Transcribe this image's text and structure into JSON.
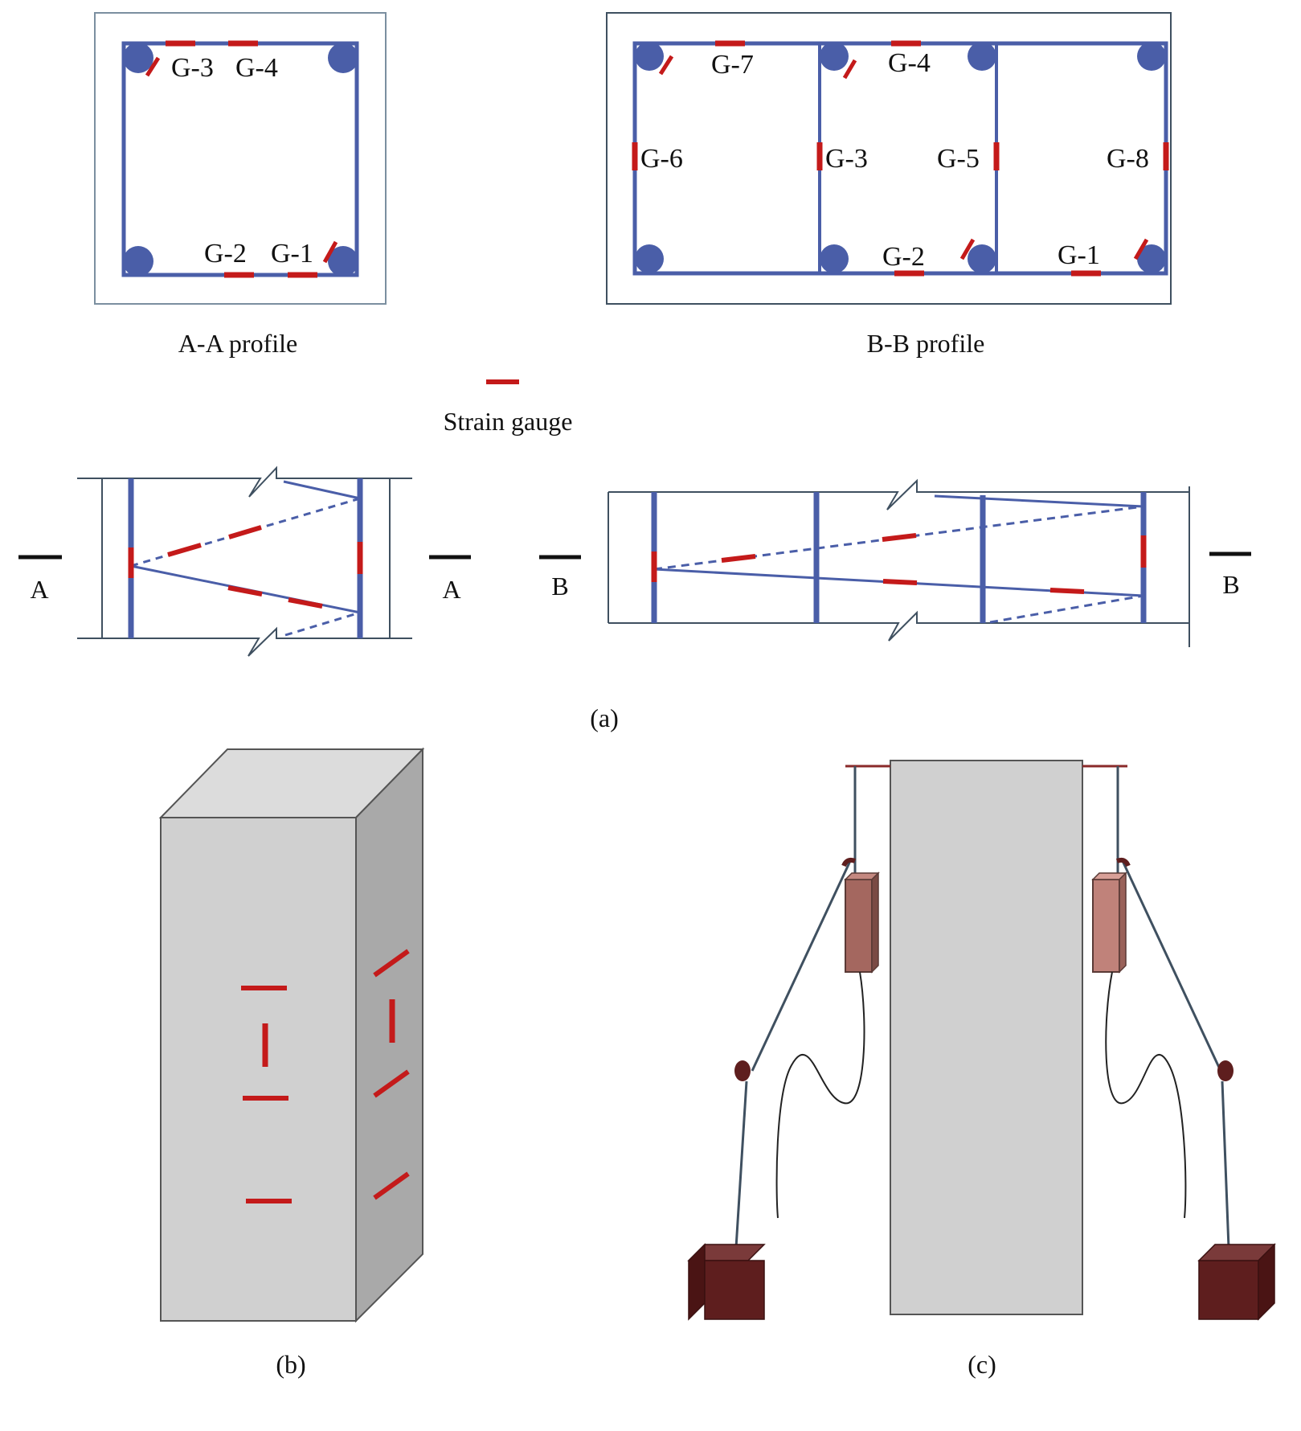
{
  "colors": {
    "steel": "#4a5ea8",
    "gauge": "#c41a1a",
    "concrete_front": "#d0d0d0",
    "concrete_side": "#a9a9a9",
    "concrete_top": "#dcdcdc",
    "frame": "#7b8fa0",
    "lvdt_body": "#a4675f",
    "weight": "#5e1e1e",
    "wire": "#3f5060"
  },
  "profile_aa": {
    "caption": "A-A profile",
    "gauges": [
      "G-3",
      "G-4",
      "G-2",
      "G-1"
    ]
  },
  "profile_bb": {
    "caption": "B-B profile",
    "gauges": [
      "G-7",
      "G-4",
      "G-6",
      "G-3",
      "G-5",
      "G-8",
      "G-2",
      "G-1"
    ]
  },
  "legend": {
    "label": "Strain gauge",
    "icon": "strain-gauge-symbol"
  },
  "elevation_a": {
    "section_mark": "A"
  },
  "elevation_b": {
    "section_mark": "B"
  },
  "captions": {
    "a": "(a)",
    "b": "(b)",
    "c": "(c)"
  }
}
